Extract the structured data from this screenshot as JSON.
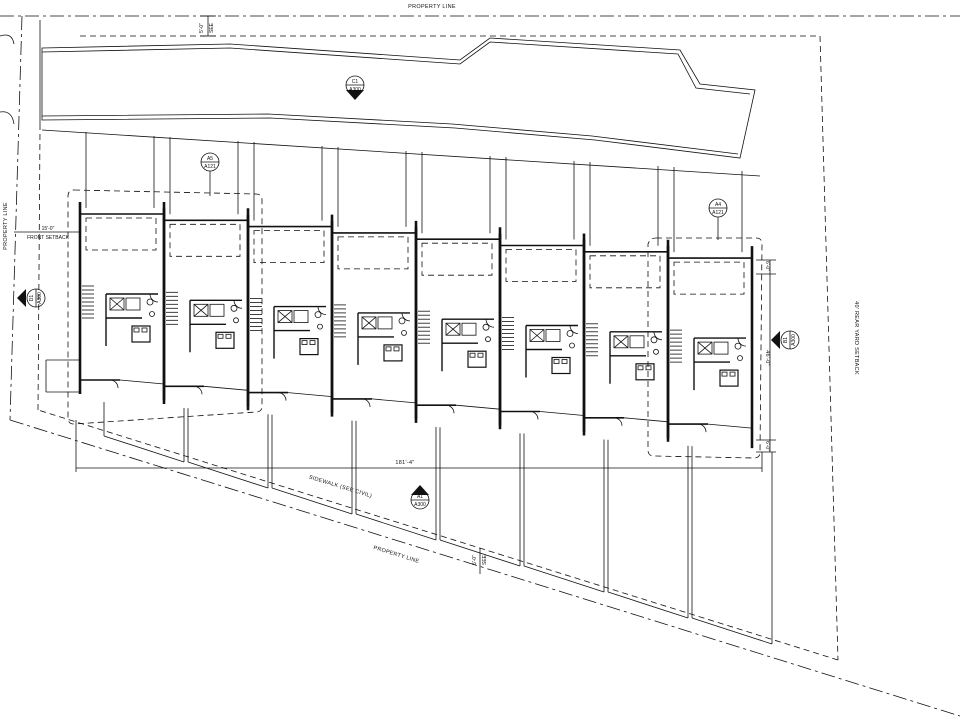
{
  "labels": {
    "property_line_top": "PROPERTY LINE",
    "property_line_left": "PROPERTY LINE",
    "property_line_bottom": "PROPERTY LINE",
    "front_setback": "FRONT SETBACK",
    "front_setback_dim": "15'-0\"",
    "rear_setback": "40' REAR YARD SETBACK",
    "sidewalk": "SIDEWALK (SEE CIVIL)",
    "overall_width": "181'-4\"",
    "overall_depth": "46'-0\"",
    "side_dim_top": "6'-0\"",
    "side_dim_bottom": "6'-0\"",
    "see_top": "SEE",
    "see_top_dim": "5'-0\"",
    "see_bottom": "SEE",
    "see_bottom_dim": "5'-0\""
  },
  "callouts": {
    "c1": {
      "num": "C1",
      "sheet": "A300"
    },
    "a5": {
      "num": "A5",
      "sheet": "A121"
    },
    "a4": {
      "num": "A4",
      "sheet": "A121"
    },
    "a1": {
      "num": "A1",
      "sheet": "A300"
    },
    "d1": {
      "num": "D1",
      "sheet": "A300"
    },
    "b1": {
      "num": "B1",
      "sheet": "A300"
    }
  }
}
